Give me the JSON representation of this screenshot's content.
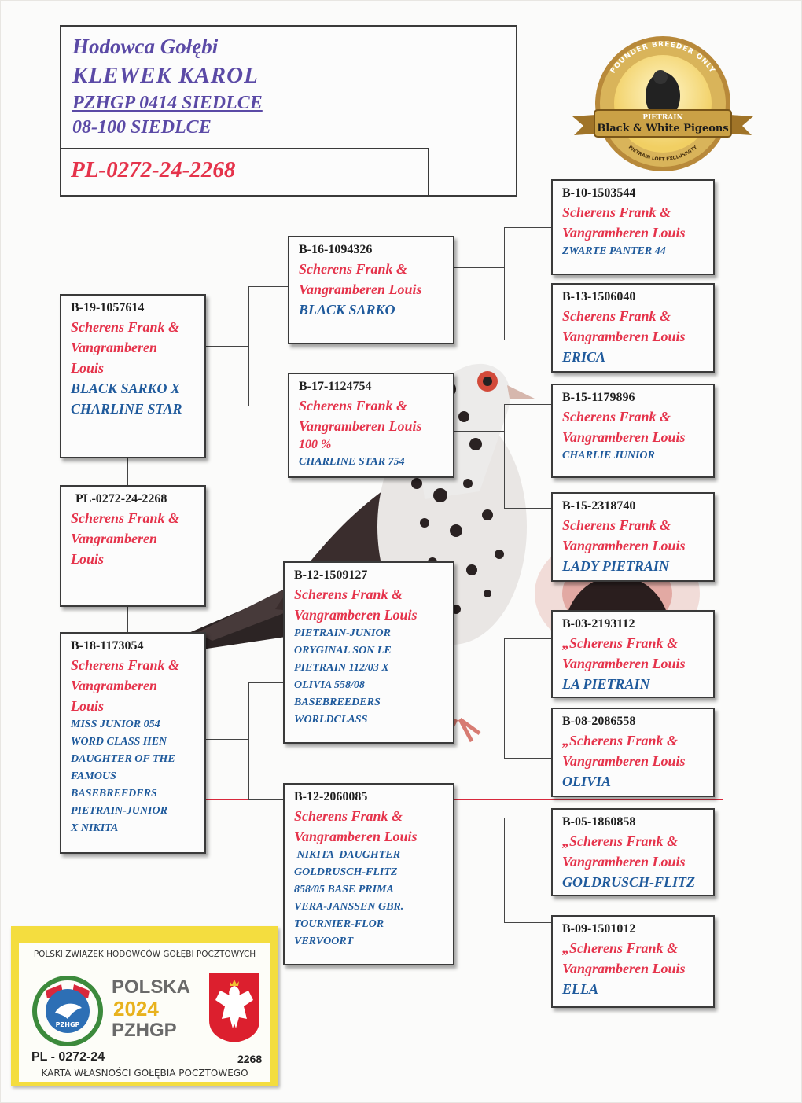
{
  "breeder": {
    "title": "Hodowca Gołębi",
    "name": "KLEWEK  KAROL",
    "club": "PZHGP 0414 SIEDLCE",
    "address": "08-100 SIEDLCE",
    "ring": "PL-0272-24-2268"
  },
  "logo": {
    "top_text": "FOUNDER BREEDER ONLY",
    "ribbon_top": "PIETRAIN",
    "ribbon_main": "Black & White Pigeons",
    "bottom_text": "PIETRAIN LOFT EXCLUSIVITY"
  },
  "pedigree": {
    "subject": {
      "ring": "PL-0272-24-2268",
      "owner": "Scherens Frank & Vangramberen Louis",
      "owner_lines": [
        "Scherens Frank &",
        "Vangramberen",
        "Louis"
      ]
    },
    "sire": {
      "ring": "B-19-1057614",
      "owner_lines": [
        "Scherens Frank &",
        "Vangramberen",
        "Louis"
      ],
      "name_lines": [
        "BLACK SARKO X",
        "CHARLINE STAR"
      ]
    },
    "dam": {
      "ring": "B-18-1173054",
      "owner_lines": [
        "Scherens Frank &",
        "Vangramberen",
        "Louis"
      ],
      "desc_lines": [
        "MISS JUNIOR 054",
        "WORD CLASS HEN",
        "DAUGHTER OF THE",
        "FAMOUS",
        "BASEBREEDERS",
        "PIETRAIN-JUNIOR",
        "X NIKITA"
      ]
    },
    "sire_sire": {
      "ring": "B-16-1094326",
      "owner_lines": [
        "Scherens Frank &",
        "Vangramberen Louis"
      ],
      "name": "BLACK SARKO"
    },
    "sire_dam": {
      "ring": "B-17-1124754",
      "owner_lines": [
        "Scherens Frank &",
        "Vangramberen Louis",
        "100 %"
      ],
      "desc": "CHARLINE STAR 754"
    },
    "dam_sire": {
      "ring": "B-12-1509127",
      "owner_lines": [
        "Scherens Frank &",
        "Vangramberen Louis"
      ],
      "desc_lines": [
        "PIETRAIN-JUNIOR",
        "ORYGINAL SON LE",
        "PIETRAIN 112/03 X",
        "OLIVIA 558/08",
        "BASEBREEDERS",
        "WORLDCLASS"
      ]
    },
    "dam_dam": {
      "ring": "B-12-2060085",
      "owner_lines": [
        "Scherens Frank &",
        "Vangramberen Louis"
      ],
      "desc_lines": [
        " NIKITA  DAUGHTER",
        "GOLDRUSCH-FLITZ",
        "858/05 BASE PRIMA",
        "VERA-JANSSEN GBR.",
        "TOURNIER-FLOR",
        "VERVOORT"
      ]
    },
    "gg": [
      {
        "ring": "B-10-1503544",
        "owner_lines": [
          "Scherens Frank &",
          "Vangramberen Louis"
        ],
        "name": "ZWARTE PANTER 44",
        "small": true
      },
      {
        "ring": "B-13-1506040",
        "owner_lines": [
          "Scherens Frank &",
          "Vangramberen Louis"
        ],
        "name": "ERICA",
        "small": false
      },
      {
        "ring": "B-15-1179896",
        "owner_lines": [
          "Scherens Frank &",
          "Vangramberen Louis"
        ],
        "name": "CHARLIE JUNIOR",
        "small": true
      },
      {
        "ring": "B-15-2318740",
        "owner_lines": [
          "Scherens Frank &",
          "Vangramberen Louis"
        ],
        "name": "LADY PIETRAIN",
        "small": false
      },
      {
        "ring": "B-03-2193112",
        "owner_lines": [
          "„Scherens Frank &",
          "Vangramberen Louis"
        ],
        "name": "LA PIETRAIN",
        "small": false
      },
      {
        "ring": "B-08-2086558",
        "owner_lines": [
          "„Scherens Frank &",
          "Vangramberen Louis"
        ],
        "name": "OLIVIA",
        "small": false
      },
      {
        "ring": "B-05-1860858",
        "owner_lines": [
          "„Scherens Frank &",
          "Vangramberen Louis"
        ],
        "name": "GOLDRUSCH-FLITZ",
        "small": false
      },
      {
        "ring": "B-09-1501012",
        "owner_lines": [
          "„Scherens Frank &",
          "Vangramberen Louis"
        ],
        "name": "ELLA",
        "small": false
      }
    ]
  },
  "card": {
    "header": "POLSKI ZWIĄZEK HODOWCÓW GOŁĘBI POCZTOWYCH",
    "country": "POLSKA",
    "year": "2024",
    "org": "PZHGP",
    "emblem_text": "PZHGP",
    "ring_prefix": "PL - 0272-24",
    "ring_number": "2268",
    "footer": "KARTA  WŁASNOŚCI GOŁĘBIA POCZTOWEGO"
  },
  "colors": {
    "owner_red": "#e5334b",
    "name_blue": "#1f5a9c",
    "breeder_purple": "#5b4aa6",
    "card_yellow": "#f4dd3f"
  }
}
